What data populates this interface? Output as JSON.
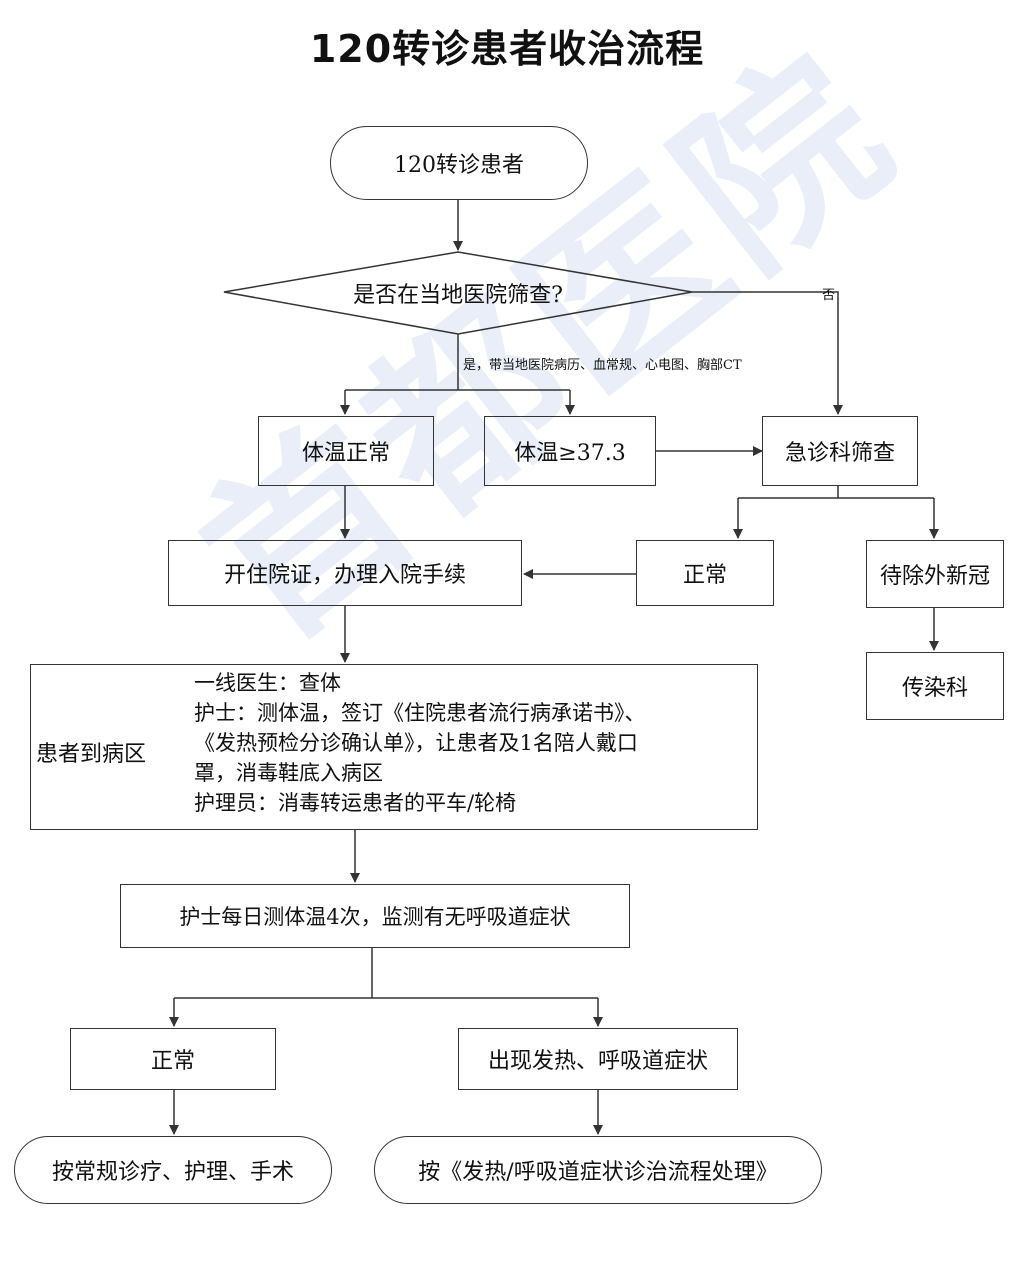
{
  "title": "120转诊患者收治流程",
  "watermark": "首都医院",
  "nodes": {
    "start": "120转诊患者",
    "decision": "是否在当地医院筛查?",
    "temp_normal": "体温正常",
    "temp_high": "体温≥37.3",
    "er_screen": "急诊科筛查",
    "admission": "开住院证，办理入院手续",
    "normal_1": "正常",
    "pending_covid": "待除外新冠",
    "infectious_dept": "传染科",
    "ward_label": "患者到病区",
    "ward_lines": [
      "一线医生：查体",
      "护士：测体温，签订《住院患者流行病承诺书》、",
      "《发热预检分诊确认单》，让患者及1名陪人戴口",
      "罩，消毒鞋底入病区",
      "护理员：消毒转运患者的平车/轮椅"
    ],
    "monitor": "护士每日测体温4次，监测有无呼吸道症状",
    "normal_2": "正常",
    "symptoms": "出现发热、呼吸道症状",
    "routine": "按常规诊疗、护理、手术",
    "fever_process": "按《发热/呼吸道症状诊治流程处理》"
  },
  "edge_labels": {
    "no": "否",
    "yes": "是，带当地医院病历、血常规、心电图、胸部CT"
  }
}
